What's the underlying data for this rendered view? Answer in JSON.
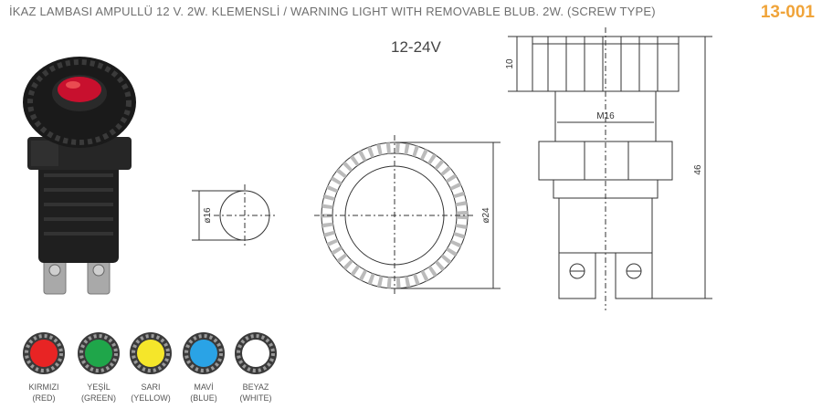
{
  "header": {
    "title": "İKAZ LAMBASI AMPULLÜ 12 V. 2W. KLEMENSLİ / WARNING LIGHT WITH REMOVABLE BLUB. 2W. (SCREW TYPE)",
    "code": "13-001"
  },
  "drawing": {
    "voltage": "12-24V",
    "dims": {
      "d16": "ø16",
      "d24": "ø24",
      "m16": "M16",
      "h10": "10",
      "h46": "46"
    }
  },
  "colors": [
    {
      "tr": "KIRMIZI",
      "en": "(RED)",
      "hex": "#e82424"
    },
    {
      "tr": "YEŞİL",
      "en": "(GREEN)",
      "hex": "#1fa64a"
    },
    {
      "tr": "SARI",
      "en": "(YELLOW)",
      "hex": "#f5e62a"
    },
    {
      "tr": "MAVİ",
      "en": "(BLUE)",
      "hex": "#2aa3e6"
    },
    {
      "tr": "BEYAZ",
      "en": "(WHITE)",
      "hex": "#ffffff"
    }
  ]
}
